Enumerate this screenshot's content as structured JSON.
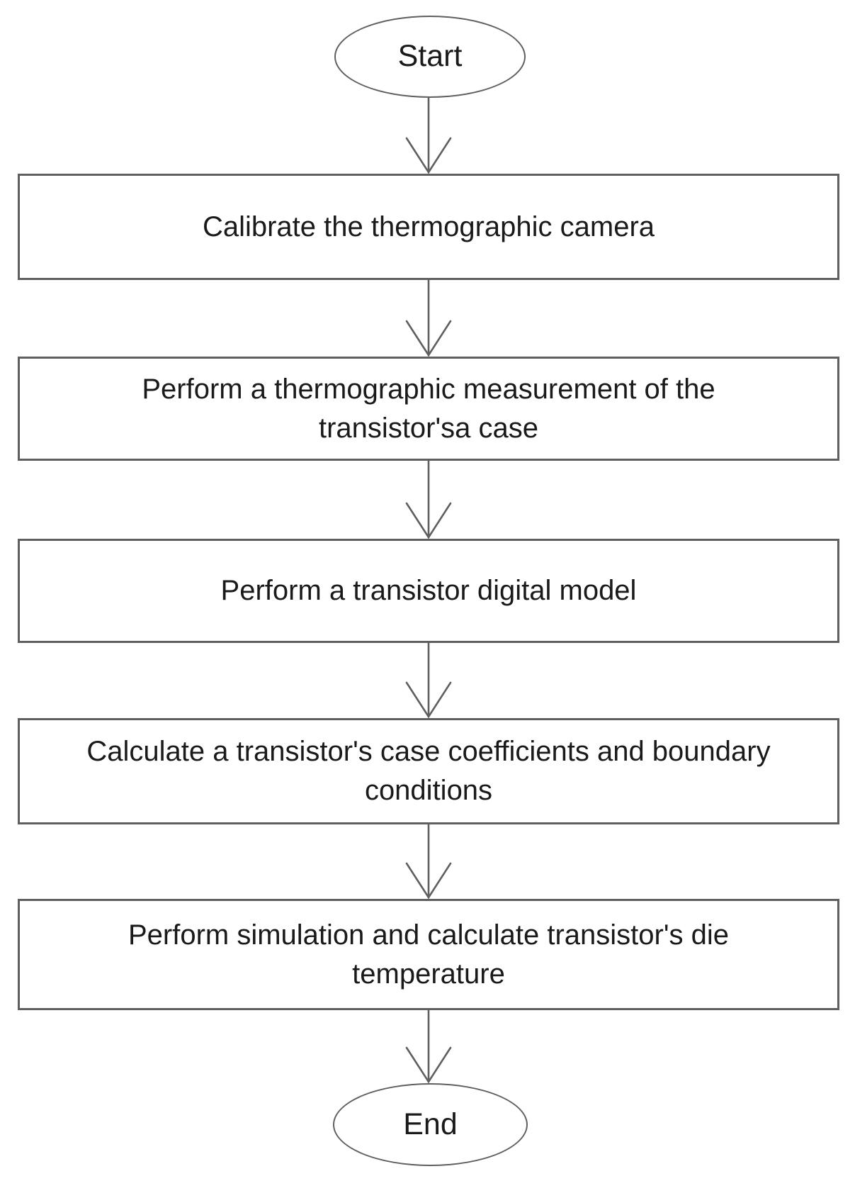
{
  "style": {
    "border_color": "#5f5f5f",
    "arrow_color": "#5f5f5f",
    "text_color": "#1a1a1a",
    "page_bg": "#ffffff"
  },
  "flowchart": {
    "nodes": [
      {
        "id": "start",
        "type": "terminator",
        "shape": "ellipse",
        "label": "Start"
      },
      {
        "id": "step-1",
        "type": "process",
        "shape": "rectangle",
        "label": "Calibrate the thermographic camera"
      },
      {
        "id": "step-2",
        "type": "process",
        "shape": "rectangle",
        "label": [
          "Perform a thermographic measurement of the",
          "transistor'sa case"
        ]
      },
      {
        "id": "step-3",
        "type": "process",
        "shape": "rectangle",
        "label": "Perform a transistor digital model"
      },
      {
        "id": "step-4",
        "type": "process",
        "shape": "rectangle",
        "label": [
          "Calculate a transistor's case coefficients and boundary",
          "conditions"
        ]
      },
      {
        "id": "step-5",
        "type": "process",
        "shape": "rectangle",
        "label": [
          "Perform simulation and calculate transistor's die",
          "temperature"
        ]
      },
      {
        "id": "end",
        "type": "terminator",
        "shape": "ellipse",
        "label": "End"
      }
    ],
    "edges": [
      {
        "from": "start",
        "to": "step-1",
        "direction": "down"
      },
      {
        "from": "step-1",
        "to": "step-2",
        "direction": "down"
      },
      {
        "from": "step-2",
        "to": "step-3",
        "direction": "down"
      },
      {
        "from": "step-3",
        "to": "step-4",
        "direction": "down"
      },
      {
        "from": "step-4",
        "to": "step-5",
        "direction": "down"
      },
      {
        "from": "step-5",
        "to": "end",
        "direction": "down"
      }
    ]
  }
}
